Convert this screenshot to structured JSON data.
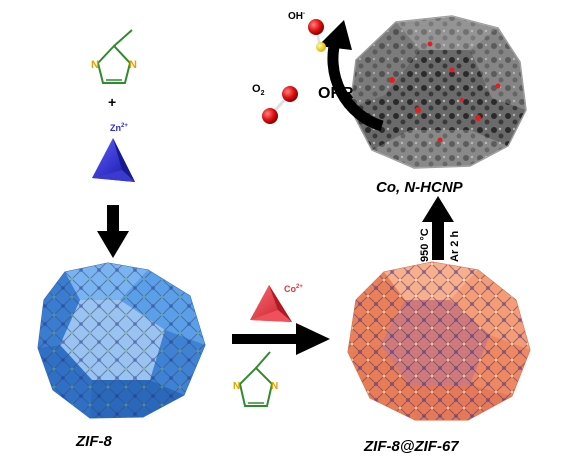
{
  "reagents": {
    "imidazole_n1": "N",
    "imidazole_n2": "N",
    "plus": "+",
    "zn_ion": "Zn",
    "zn_charge": "2+",
    "co_ion": "Co",
    "co_charge": "2+",
    "imidazole2_n1": "N",
    "imidazole2_n2": "N"
  },
  "products": {
    "zif8": "ZIF-8",
    "zif8_zif67": "ZIF-8@ZIF-67",
    "cnp": "Co, N-HCNP"
  },
  "conditions": {
    "temperature": "950 °C",
    "atmosphere": "Ar 2 h"
  },
  "orr": {
    "label": "ORR",
    "o2": "O",
    "o2_sub": "2",
    "oh": "OH",
    "oh_sup": "-"
  },
  "colors": {
    "imidazole": "#2e8b2e",
    "nitrogen": "#e8a000",
    "zn_blue": "#2a2ad8",
    "co_red": "#e8323c",
    "zif8_blue": "#4a8fe0",
    "zif67_orange": "#f0906a",
    "arrow": "#000000"
  }
}
